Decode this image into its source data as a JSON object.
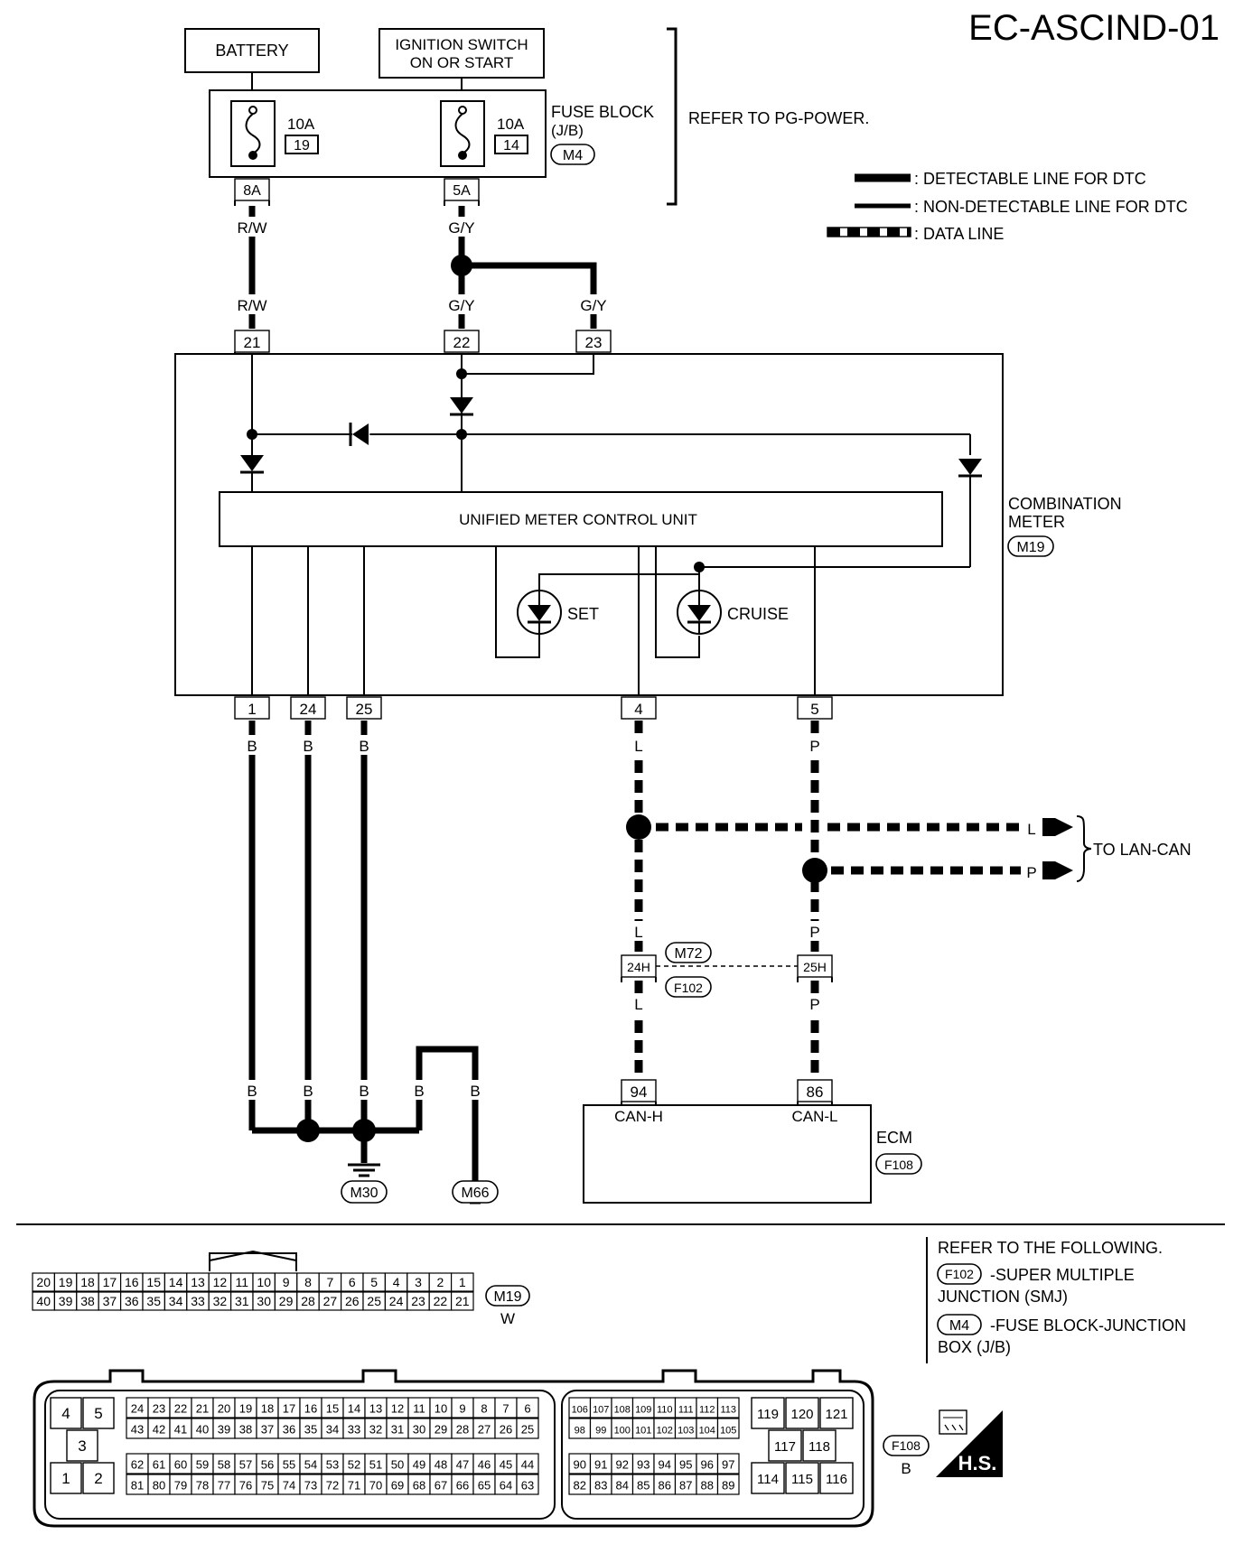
{
  "diagram_title": "EC-ASCIND-01",
  "power": {
    "battery": "BATTERY",
    "ignition_line1": "IGNITION SWITCH",
    "ignition_line2": "ON OR START",
    "fuse_left_rating": "10A",
    "fuse_left_number": "19",
    "fuse_right_rating": "10A",
    "fuse_right_number": "14",
    "fuse_block_line1": "FUSE BLOCK",
    "fuse_block_line2": "(J/B)",
    "fuse_block_connector": "M4",
    "fuse_terminal_left": "8A",
    "fuse_terminal_right": "5A",
    "refer_power": "REFER TO PG-POWER."
  },
  "legend": {
    "detectable": ": DETECTABLE LINE FOR DTC",
    "non_detectable": ": NON-DETECTABLE LINE FOR DTC",
    "data_line": ": DATA LINE"
  },
  "wire_colors": {
    "rw": "R/W",
    "gy": "G/Y",
    "b": "B",
    "l": "L",
    "p": "P"
  },
  "meter": {
    "terminals_top": [
      "21",
      "22",
      "23"
    ],
    "terminals_bottom": [
      "1",
      "24",
      "25",
      "4",
      "5"
    ],
    "control_unit": "UNIFIED METER CONTROL UNIT",
    "name_line1": "COMBINATION",
    "name_line2": "METER",
    "connector": "M19",
    "set_lamp": "SET",
    "cruise_lamp": "CRUISE"
  },
  "lan": {
    "to_lan_can": "TO LAN-CAN",
    "smj_top": "M72",
    "smj_bottom": "F102",
    "smj_pin_left": "24H",
    "smj_pin_right": "25H"
  },
  "ecm": {
    "name": "ECM",
    "connector": "F108",
    "pin_left": "94",
    "pin_right": "86",
    "label_left": "CAN-H",
    "label_right": "CAN-L"
  },
  "grounds": [
    "M30",
    "M66"
  ],
  "connector_views": {
    "m19_id": "M19",
    "m19_color": "W",
    "m19_row_top": [
      "20",
      "19",
      "18",
      "17",
      "16",
      "15",
      "14",
      "13",
      "12",
      "11",
      "10",
      "9",
      "8",
      "7",
      "6",
      "5",
      "4",
      "3",
      "2",
      "1"
    ],
    "m19_row_bottom": [
      "40",
      "39",
      "38",
      "37",
      "36",
      "35",
      "34",
      "33",
      "32",
      "31",
      "30",
      "29",
      "28",
      "27",
      "26",
      "25",
      "24",
      "23",
      "22",
      "21"
    ],
    "f108_id": "F108",
    "f108_color": "B",
    "f108_small": [
      "4",
      "5",
      "3",
      "1",
      "2"
    ],
    "f108_row1": [
      "24",
      "23",
      "22",
      "21",
      "20",
      "19",
      "18",
      "17",
      "16",
      "15",
      "14",
      "13",
      "12",
      "11",
      "10",
      "9",
      "8",
      "7",
      "6"
    ],
    "f108_row2": [
      "43",
      "42",
      "41",
      "40",
      "39",
      "38",
      "37",
      "36",
      "35",
      "34",
      "33",
      "32",
      "31",
      "30",
      "29",
      "28",
      "27",
      "26",
      "25"
    ],
    "f108_row3": [
      "62",
      "61",
      "60",
      "59",
      "58",
      "57",
      "56",
      "55",
      "54",
      "53",
      "52",
      "51",
      "50",
      "49",
      "48",
      "47",
      "46",
      "45",
      "44"
    ],
    "f108_row4": [
      "81",
      "80",
      "79",
      "78",
      "77",
      "76",
      "75",
      "74",
      "73",
      "72",
      "71",
      "70",
      "69",
      "68",
      "67",
      "66",
      "65",
      "64",
      "63"
    ],
    "f108_row5": [
      "106",
      "107",
      "108",
      "109",
      "110",
      "111",
      "112",
      "113"
    ],
    "f108_row6": [
      "98",
      "99",
      "100",
      "101",
      "102",
      "103",
      "104",
      "105"
    ],
    "f108_row7": [
      "90",
      "91",
      "92",
      "93",
      "94",
      "95",
      "96",
      "97"
    ],
    "f108_row8": [
      "82",
      "83",
      "84",
      "85",
      "86",
      "87",
      "88",
      "89"
    ],
    "f108_right": [
      "119",
      "120",
      "121",
      "117",
      "118",
      "114",
      "115",
      "116"
    ]
  },
  "references": {
    "title": "REFER TO THE FOLLOWING.",
    "ref1_connector": "F102",
    "ref1_line1": "-SUPER MULTIPLE",
    "ref1_line2": "JUNCTION (SMJ)",
    "ref2_connector": "M4",
    "ref2_line1": "-FUSE BLOCK-JUNCTION",
    "ref2_line2": "BOX (J/B)"
  },
  "hs_badge": "H.S."
}
